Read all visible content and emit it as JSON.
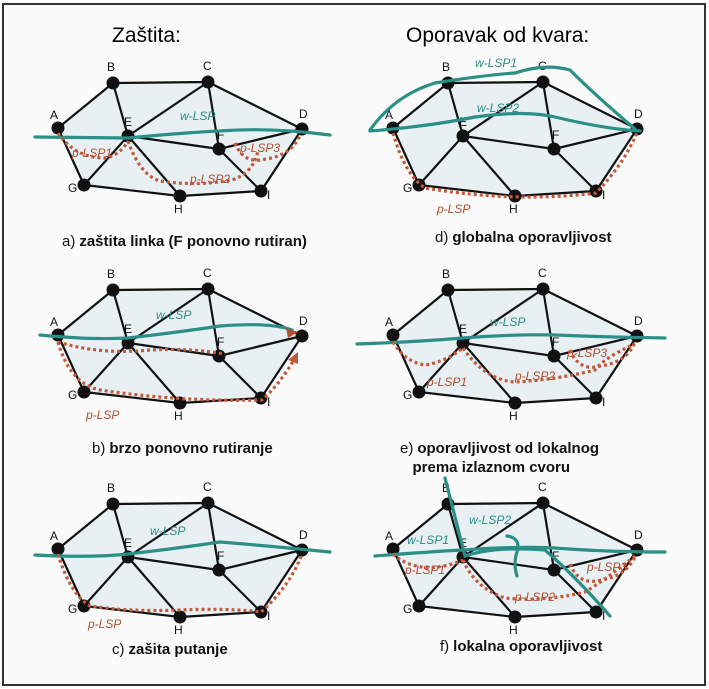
{
  "headers": {
    "left": "Zaštita:",
    "right": "Oporavak od kvara:"
  },
  "nodes": [
    "A",
    "B",
    "C",
    "D",
    "E",
    "F",
    "G",
    "H",
    "I"
  ],
  "panels": [
    {
      "letter": "a)",
      "caption": "zaštita linka (F ponovno rutiran)",
      "working": [
        "w-LSP"
      ],
      "protection": [
        "p-LSP1",
        "p-LSP2",
        "p-LSP3"
      ]
    },
    {
      "letter": "d)",
      "caption": "globalna oporavljivost",
      "working": [
        "w-LSP1",
        "w-LSP2"
      ],
      "protection": [
        "p-LSP"
      ]
    },
    {
      "letter": "b)",
      "caption": "brzo ponovno rutiranje",
      "working": [
        "w-LSP"
      ],
      "protection": [
        "p-LSP"
      ]
    },
    {
      "letter": "e)",
      "caption": "oporavljivost od lokalnog\n   prema izlaznom cvoru",
      "working": [
        "w-LSP"
      ],
      "protection": [
        "p-LSP1",
        "p-LSP2",
        "p-LSP3"
      ]
    },
    {
      "letter": "c)",
      "caption": "zašita putanje",
      "working": [
        "w-LSP"
      ],
      "protection": [
        "p-LSP"
      ]
    },
    {
      "letter": "f)",
      "caption": "lokalna oporavljivost",
      "working": [
        "w-LSP1",
        "w-LSP2"
      ],
      "protection": [
        "p-LSP1",
        "p-LSP2",
        "p-LSP3"
      ]
    }
  ],
  "colors": {
    "working": "#2a8f86",
    "protection": "#c15a3a",
    "node": "#111111"
  }
}
